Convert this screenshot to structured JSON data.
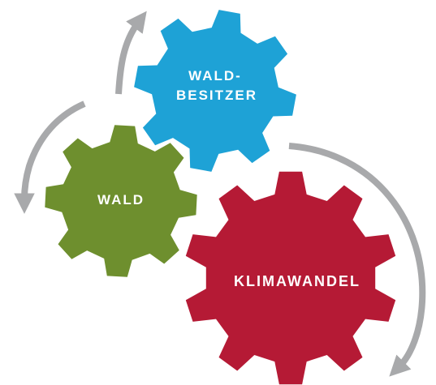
{
  "colors": {
    "arrow": "#a8a9ab",
    "forest": "#6e8f2e",
    "owner": "#1ea2d6",
    "climate": "#b51a35",
    "label": "#ffffff"
  },
  "gears": {
    "owner": {
      "line1": "WALD-",
      "line2": "BESITZER"
    },
    "forest": {
      "label": "WALD"
    },
    "climate": {
      "label": "KLIMAWANDEL"
    }
  }
}
